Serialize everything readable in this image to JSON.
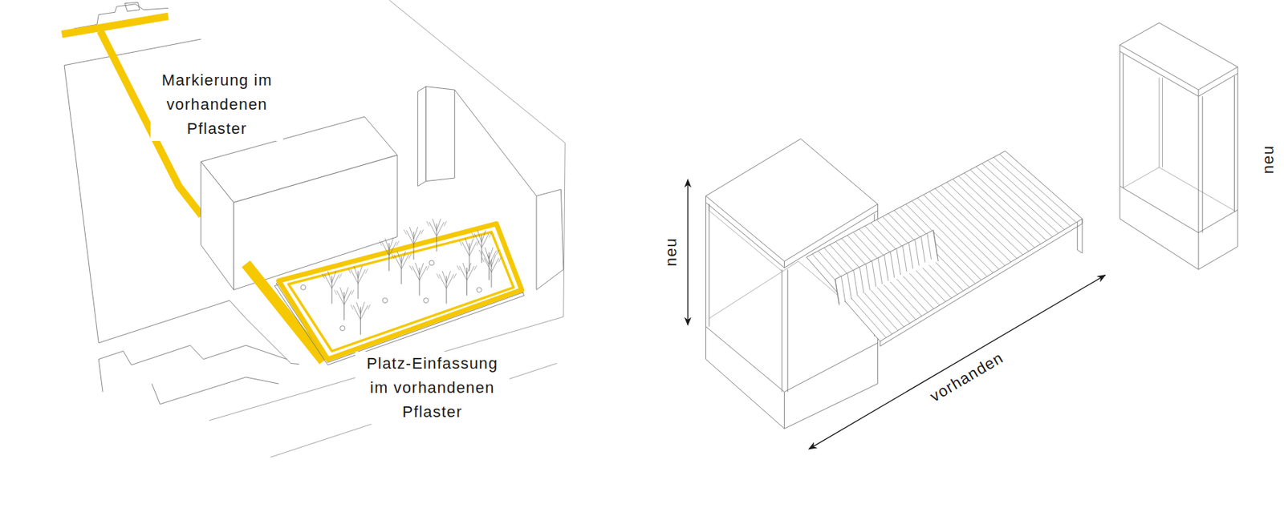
{
  "diagram": {
    "labels": [
      "Markierung im vorhandenen Pflaster",
      "Platz-Einfassung im vorhandenen Pflaster",
      "neu",
      "vorhanden",
      "neu"
    ]
  }
}
